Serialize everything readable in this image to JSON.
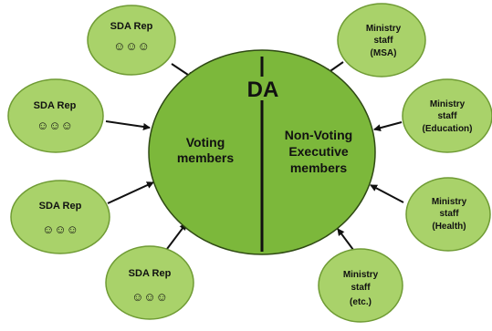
{
  "center": {
    "title": "DA",
    "left_label": [
      "Voting",
      "members"
    ],
    "right_label": [
      "Non-Voting",
      "Executive",
      "members"
    ]
  },
  "sda_reps": [
    {
      "label": "SDA Rep",
      "faces": "☺☺☺"
    },
    {
      "label": "SDA Rep",
      "faces": "☺☺☺"
    },
    {
      "label": "SDA Rep",
      "faces": "☺☺☺"
    },
    {
      "label": "SDA Rep",
      "faces": "☺☺☺"
    }
  ],
  "ministry": [
    {
      "lines": [
        "Ministry",
        "staff",
        "(MSA)"
      ]
    },
    {
      "lines": [
        "Ministry",
        "staff",
        "(Education)"
      ]
    },
    {
      "lines": [
        "Ministry",
        "staff",
        "(Health)"
      ]
    },
    {
      "lines": [
        "Ministry",
        "staff",
        "(etc.)"
      ]
    }
  ],
  "colors": {
    "bubble_fill": "#a9d26a",
    "bubble_stroke": "#6f9b34",
    "center_fill": "#7cb83b",
    "center_stroke": "#2f4a14",
    "arrow": "#111111"
  }
}
